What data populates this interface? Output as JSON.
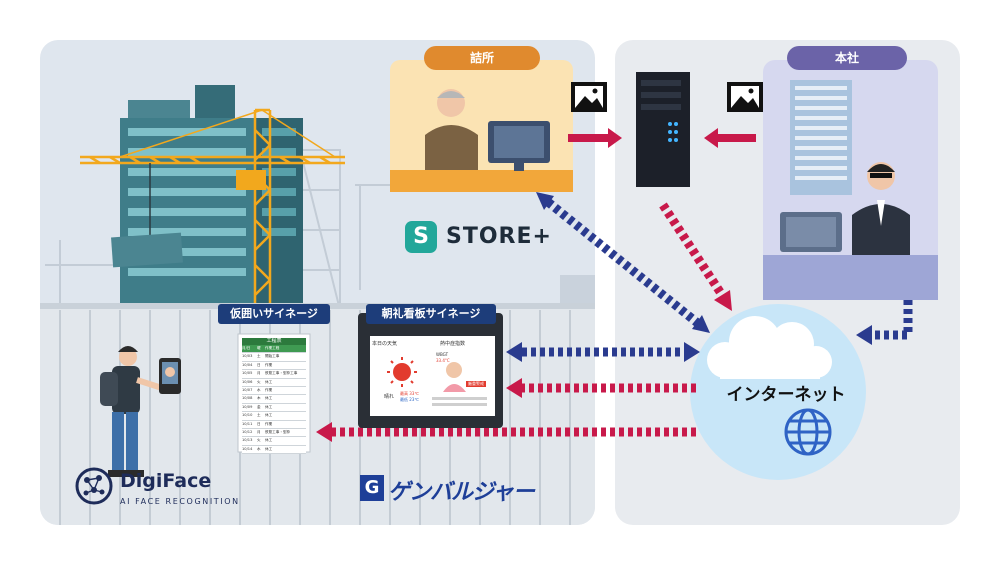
{
  "labels": {
    "tsumesho": "詰所",
    "honsha": "本社",
    "internet": "インターネット",
    "kakoi_signage": "仮囲いサイネージ",
    "chorei_signage": "朝礼看板サイネージ"
  },
  "brands": {
    "store_plus": "STORE+",
    "store_plus_letter": "S",
    "digiface": "DigiFace",
    "digiface_sub": "AI FACE RECOGNITION",
    "genbaru": "ゲンバルジャー",
    "genbaru_letter": "G"
  },
  "signage_screen": {
    "weather_heading": "本日の天気",
    "heatstroke_heading": "熱中症指数",
    "weather_label": "晴れ",
    "wbgt_label": "WBGT",
    "wbgt_value": "33.4°C",
    "alert_text": "厳重警戒",
    "temp_high": "最高 33℃",
    "temp_low": "最低 23℃"
  },
  "board": {
    "title": "工程表",
    "headers": [
      "月/日",
      "曜",
      "作業工程"
    ],
    "rows": [
      [
        "10/03",
        "土",
        "開始工事"
      ],
      [
        "10/04",
        "日",
        "作業"
      ],
      [
        "10/05",
        "月",
        "鉄筋工事・型枠工事"
      ],
      [
        "10/06",
        "火",
        "休工"
      ],
      [
        "10/07",
        "水",
        "作業"
      ],
      [
        "10/08",
        "木",
        "休工"
      ],
      [
        "10/09",
        "金",
        "休工"
      ],
      [
        "10/10",
        "土",
        "休工"
      ],
      [
        "10/11",
        "日",
        "作業"
      ],
      [
        "10/12",
        "月",
        "鉄筋工事・型枠"
      ],
      [
        "10/13",
        "火",
        "休工"
      ],
      [
        "10/14",
        "水",
        "休工"
      ]
    ]
  },
  "colors": {
    "navy": "#2a3b8f",
    "crimson": "#c8194a",
    "orange_pill": "#e08a2e",
    "purple_pill": "#6b63a8",
    "tag_navy": "#1d3d7a"
  }
}
